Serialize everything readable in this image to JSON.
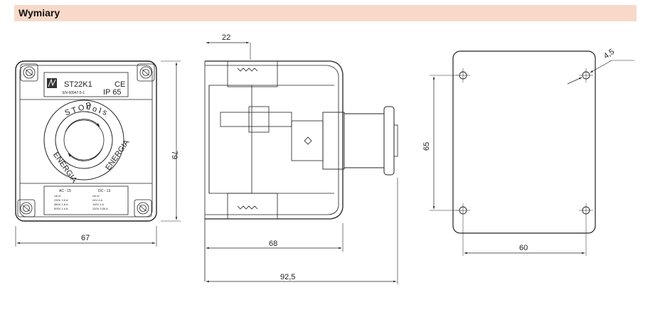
{
  "header": {
    "title": "Wymiary"
  },
  "front_view": {
    "model": "ST22K1",
    "ce_mark": "CE",
    "standard": "EN 60947-5-1",
    "ip_rating": "IP 65",
    "ring_text_top": "S T O P",
    "ring_text_top_mirror": "d o ʇ s",
    "ring_text_bottom": "ENERGIA",
    "ring_text_right": "ENERGIA",
    "ratings_ac_title": "AC - 15",
    "ratings_dc_title": "DC - 13",
    "ratings_ac": [
      "Ue    Ie",
      "230V  2,5 A",
      "380V  1,6 A",
      "500V  1,4 A"
    ],
    "ratings_dc": [
      "Ue    Ie",
      "24V   4 A",
      "110V  1 A",
      "220V  0,55 A"
    ],
    "dim_width": "67",
    "dim_height": "79"
  },
  "side_view": {
    "dim_top": "22",
    "dim_body": "68",
    "dim_total": "92,5"
  },
  "back_view": {
    "dim_hole": "4,5",
    "dim_vertical": "65",
    "dim_horizontal": "60"
  }
}
